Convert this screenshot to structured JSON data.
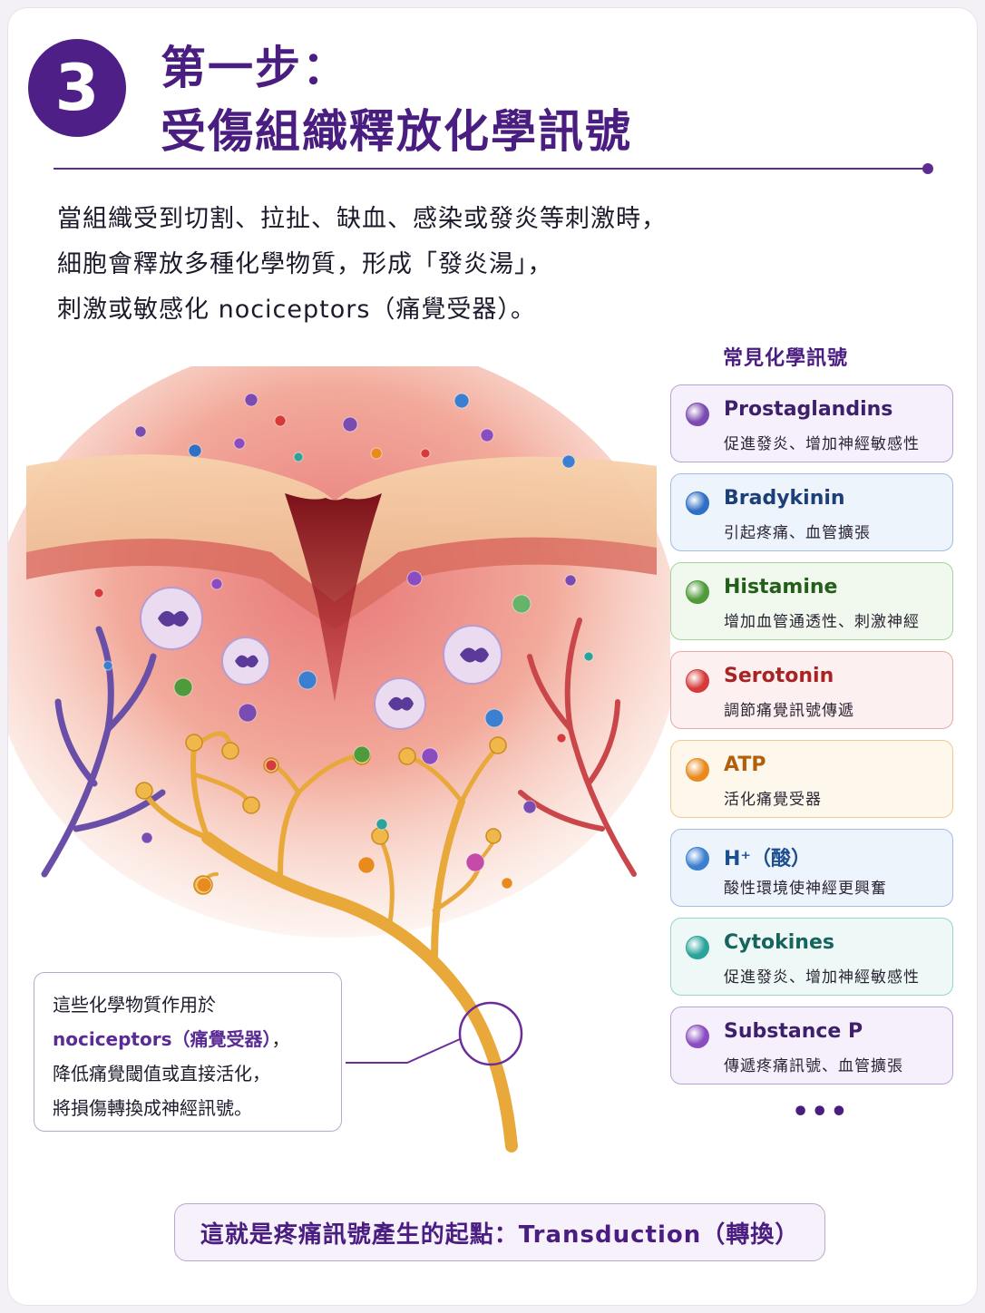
{
  "header": {
    "step_number": "3",
    "title_line1": "第一步：",
    "title_line2": "受傷組織釋放化學訊號"
  },
  "intro": {
    "lines": [
      "當組織受到切割、拉扯、缺血、感染或發炎等刺激時，",
      "細胞會釋放多種化學物質，形成「發炎湯」，",
      "刺激或敏感化 nociceptors（痛覺受器）。"
    ]
  },
  "signals": {
    "heading": "常見化學訊號",
    "items": [
      {
        "name": "Prostaglandins",
        "desc": "促進發炎、增加神經敏感性",
        "color": "#7a4bb0",
        "bg": "#f5f0fb",
        "border": "#b9a3d6",
        "text": "#3d1f6b"
      },
      {
        "name": "Bradykinin",
        "desc": "引起疼痛、血管擴張",
        "color": "#2f6fc4",
        "bg": "#eef4fc",
        "border": "#9fbde6",
        "text": "#1d3f78"
      },
      {
        "name": "Histamine",
        "desc": "增加血管通透性、刺激神經",
        "color": "#4f9a3a",
        "bg": "#f1f8ee",
        "border": "#a9d29a",
        "text": "#245e1b"
      },
      {
        "name": "Serotonin",
        "desc": "調節痛覺訊號傳遞",
        "color": "#d63a3a",
        "bg": "#fdf0f0",
        "border": "#e8a8a8",
        "text": "#a82424"
      },
      {
        "name": "ATP",
        "desc": "活化痛覺受器",
        "color": "#e88a1e",
        "bg": "#fef7ec",
        "border": "#f0c98f",
        "text": "#b25f0b"
      },
      {
        "name": "H⁺（酸）",
        "desc": "酸性環境使神經更興奮",
        "color": "#3b7fd0",
        "bg": "#eef4fc",
        "border": "#9fbde6",
        "text": "#1d4f90"
      },
      {
        "name": "Cytokines",
        "desc": "促進發炎、增加神經敏感性",
        "color": "#2aa39a",
        "bg": "#eef8f7",
        "border": "#98d3cd",
        "text": "#17635d"
      },
      {
        "name": "Substance P",
        "desc": "傳遞疼痛訊號、血管擴張",
        "color": "#8a4cc0",
        "bg": "#f5f0fb",
        "border": "#b9a3d6",
        "text": "#3d1f6b"
      }
    ],
    "more": "•••"
  },
  "callout": {
    "line1": "這些化學物質作用於",
    "line2_accent": "nociceptors（痛覺受器）",
    "line2_rest": "，",
    "line3": "降低痛覺閾值或直接活化，",
    "line4": "將損傷轉換成神經訊號。"
  },
  "footer": {
    "text": "這就是疼痛訊號產生的起點：Transduction（轉換）"
  },
  "colors": {
    "brand_purple": "#4a1d80",
    "skin": "#f4c9a0",
    "wound": "#9c1c24",
    "nerve": "#e8a93a"
  }
}
